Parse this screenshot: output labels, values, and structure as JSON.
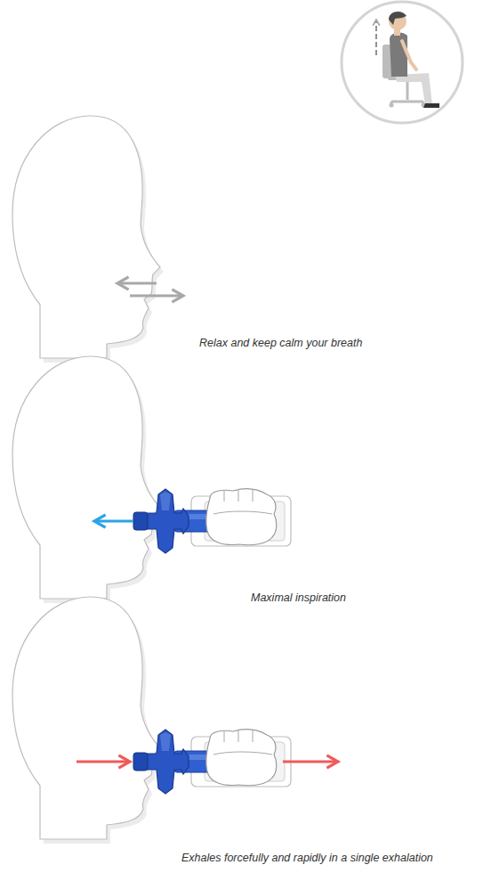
{
  "diagram": {
    "labels": [
      "Relax and keep calm your breath",
      "Maximal inspiration",
      "Exhales forcefully and rapidly in a single exhalation"
    ]
  }
}
